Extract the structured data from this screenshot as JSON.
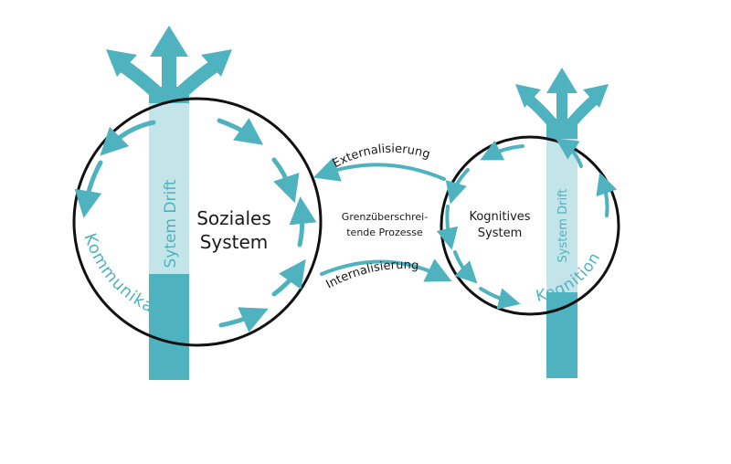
{
  "colors": {
    "teal": "#4fb3bf",
    "teal_light": "#c3e5ea",
    "outline": "#111111",
    "background": "#ffffff"
  },
  "left_system": {
    "title_line1": "Soziales",
    "title_line2": "System",
    "drift_label": "Sytem Drift",
    "process_label": "Kommunikation"
  },
  "right_system": {
    "title_line1": "Kognitives",
    "title_line2": "System",
    "drift_label": "System Drift",
    "process_label": "Kognition"
  },
  "bridge": {
    "top_arrow_label": "Externalisierung",
    "center_line1": "Grenzüberschrei-",
    "center_line2": "tende Prozesse",
    "bottom_arrow_label": "Internalisierung"
  }
}
